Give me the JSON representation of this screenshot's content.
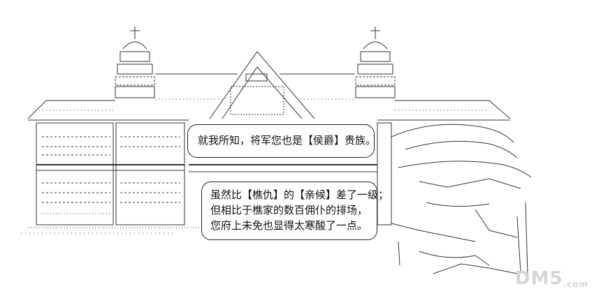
{
  "speech": {
    "first": "就我所知，将军您也是【侯爵】贵族。",
    "second": [
      "虽然比【樵仇】的【亲候】差了一级；",
      "但相比于樵家的数百佣仆的排场，",
      "您府上未免也显得太寒酸了一点。"
    ]
  },
  "watermark": {
    "main": "DM5",
    "sub": ".com"
  }
}
